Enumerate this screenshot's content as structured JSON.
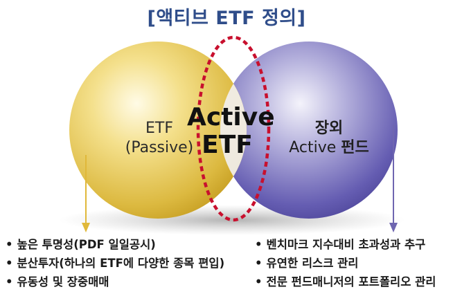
{
  "title": "[액티브 ETF 정의]",
  "left_circle": {
    "line1": "ETF",
    "line2": "(Passive)"
  },
  "center": {
    "line1": "Active",
    "line2": "ETF"
  },
  "right_circle": {
    "line1": "장외",
    "line2_prefix": "Active ",
    "line2_bold": "펀드"
  },
  "left_bullets": [
    "높은 투명성(PDF 일일공시)",
    "분산투자(하나의 ETF에 다양한 종목 편입)",
    "유동성 및 장중매매"
  ],
  "right_bullets": [
    "벤치마크  지수대비 초과성과 추구",
    "유연한 리스크 관리",
    "전문 펀드매니저의 포트폴리오 관리"
  ],
  "colors": {
    "title": "#2f4d8a",
    "left_circle": "#e3c24c",
    "right_circle": "#6a62b8",
    "overlap_border": "#c8102e",
    "left_arrow": "#e0b83a",
    "right_arrow": "#6f66b0"
  }
}
